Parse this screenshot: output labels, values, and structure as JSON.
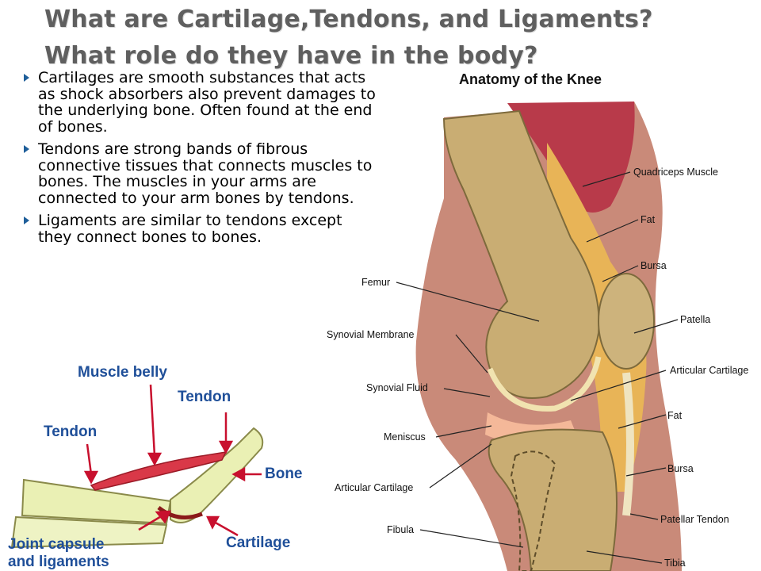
{
  "title": {
    "line1": "What are Cartilage,Tendons, and Ligaments?",
    "line2": "What role do they have in the body?"
  },
  "bullets": [
    "Cartilages are smooth substances that acts as shock absorbers also prevent damages to the underlying bone.  Often found at the end of bones.",
    "Tendons are strong bands of fibrous connective tissues that connects muscles to bones. The muscles in your arms are connected to your arm bones by tendons.",
    "Ligaments are similar to tendons except they connect bones to bones."
  ],
  "knee_diagram": {
    "title": "Anatomy of the Knee",
    "labels": {
      "quadriceps": "Quadriceps Muscle",
      "fat_upper": "Fat",
      "bursa_upper": "Bursa",
      "patella": "Patella",
      "articular_cartilage_right": "Articular Cartilage",
      "fat_lower": "Fat",
      "bursa_lower": "Bursa",
      "patellar_tendon": "Patellar Tendon",
      "tibia": "Tibia",
      "femur": "Femur",
      "synovial_membrane": "Synovial Membrane",
      "synovial_fluid": "Synovial Fluid",
      "meniscus": "Meniscus",
      "articular_cartilage_left": "Articular Cartilage",
      "fibula": "Fibula"
    }
  },
  "elbow_diagram": {
    "labels": {
      "muscle_belly": "Muscle belly",
      "tendon_right": "Tendon",
      "tendon_left": "Tendon",
      "bone": "Bone",
      "joint_capsule_line1": "Joint capsule",
      "joint_capsule_line2": "and ligaments",
      "cartilage": "Cartilage"
    },
    "label_color": "#1f4f99",
    "arrow_color": "#c8102e"
  }
}
